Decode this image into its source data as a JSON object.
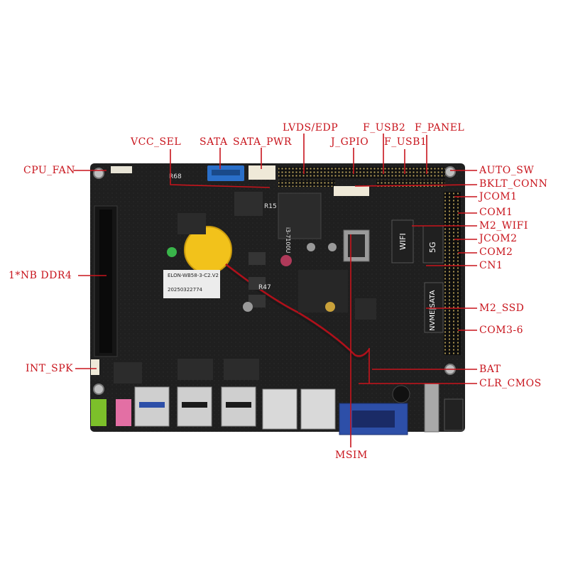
{
  "labels": {
    "cpu_fan": "CPU_FAN",
    "vcc_sel": "VCC_SEL",
    "sata": "SATA",
    "sata_pwr": "SATA_PWR",
    "lvds_edp": "LVDS/EDP",
    "j_gpio": "J_GPIO",
    "f_usb2": "F_USB2",
    "f_usb1": "F_USB1",
    "f_panel": "F_PANEL",
    "auto_sw": "AUTO_SW",
    "bklt_conn": "BKLT_CONN",
    "jcom1": "JCOM1",
    "com1": "COM1",
    "m2_wifi": "M2_WIFI",
    "jcom2": "JCOM2",
    "com2": "COM2",
    "cn1": "CN1",
    "nb_ddr4": "1*NB DDR4",
    "m2_ssd": "M2_SSD",
    "com3_6": "COM3-6",
    "int_spk": "INT_SPK",
    "bat": "BAT",
    "clr_cmos": "CLR_CMOS",
    "msim": "MSIM"
  },
  "silkscreen": {
    "wifi": "WIFI",
    "5g": "5G",
    "nvme_sata": "NVME|SATA",
    "cpu_model": "i3-7100U",
    "r15": "R15",
    "r47": "R47",
    "r68": "R68",
    "board_code": "ELON-WB58-3-C2.V2",
    "date_code": "20250322774"
  },
  "colors": {
    "label_red": "#c8141c",
    "pcb": "#1e1e1e",
    "battery": "#f2c21b",
    "sata_blue": "#2a6fc9",
    "vga_blue": "#2d4fa8",
    "audio_green": "#7cc02a",
    "audio_pink": "#e36fa4"
  }
}
